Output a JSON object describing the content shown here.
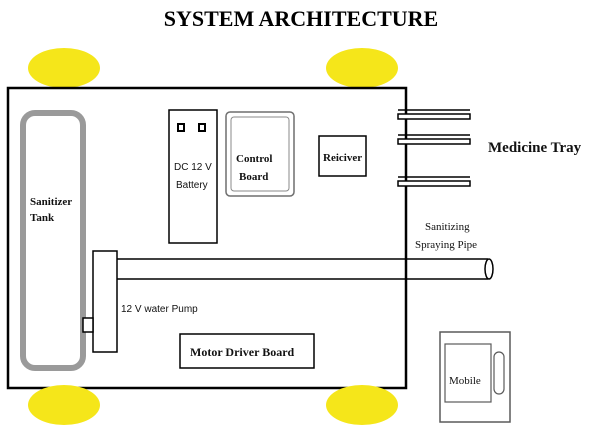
{
  "title": "SYSTEM ARCHITECTURE",
  "colors": {
    "wheel": "#f5e61a",
    "outline": "#000000",
    "tank_stroke": "#9a9a9a",
    "background": "#ffffff"
  },
  "labels": {
    "sanitizer_tank_line1": "Sanitizer",
    "sanitizer_tank_line2": "Tank",
    "battery_line1": "DC 12 V",
    "battery_line2": "Battery",
    "control_board_line1": "Control",
    "control_board_line2": "Board",
    "receiver": "Reiciver",
    "medicine_tray": "Medicine Tray",
    "pipe_line1": "Sanitizing",
    "pipe_line2": "Spraying Pipe",
    "water_pump": "12 V water Pump",
    "motor_driver": "Motor Driver Board",
    "mobile": "Mobile"
  }
}
